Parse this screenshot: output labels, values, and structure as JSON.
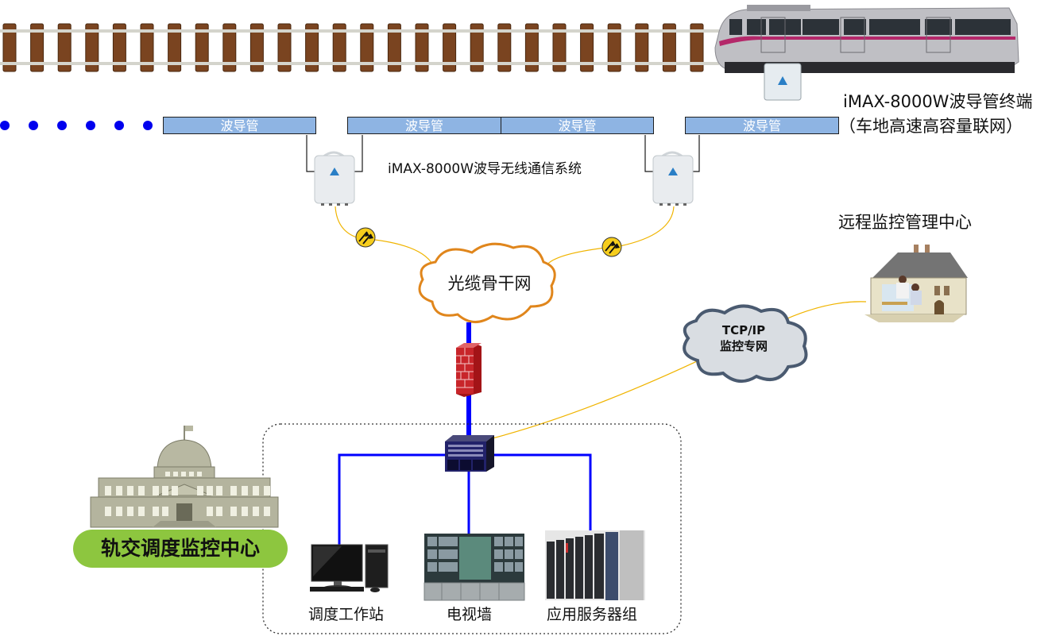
{
  "train": {
    "terminal_title": "iMAX-8000W波导管终端",
    "terminal_subtitle": "（车地高速高容量联网）"
  },
  "waveguide": {
    "segments": [
      "波导管",
      "波导管",
      "波导管",
      "波导管"
    ],
    "continuation_dots": 6,
    "system_label": "iMAX-8000W波导无线通信系统"
  },
  "backbone": {
    "label": "光缆骨干网"
  },
  "private_network": {
    "line1": "TCP/IP",
    "line2": "监控专网"
  },
  "remote_center": {
    "label": "远程监控管理中心"
  },
  "dispatch_center": {
    "label": "轨交调度监控中心",
    "devices": [
      {
        "name": "调度工作站",
        "icon": "workstation-icon"
      },
      {
        "name": "电视墙",
        "icon": "video-wall-icon"
      },
      {
        "name": "应用服务器组",
        "icon": "server-rack-icon"
      }
    ]
  },
  "colors": {
    "waveguide_fill": "#8eb4e3",
    "ethernet_link": "#0000ff",
    "fiber_link": "#f0b400",
    "backbone_cloud_stroke": "#e0861c",
    "private_cloud_fill": "#d9dde2",
    "private_cloud_stroke": "#4a5a70",
    "firewall": "#c0181c",
    "dispatch_pill": "#8dc63f"
  }
}
